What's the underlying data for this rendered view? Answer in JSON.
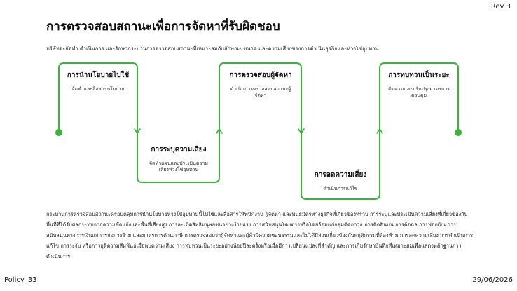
{
  "header": {
    "revision": "Rev 3"
  },
  "title": "การตรวจสอบสถานะเพื่อการจัดหาที่รับผิดชอบ",
  "intro": "บริษัทจะจัดทำ ดำเนินการ และรักษากระบวนการตรวจสอบสถานะที่เหมาะสมกับลักษณะ ขนาด และความเสี่ยงของการดำเนินธุรกิจและห่วงโซ่อุปทาน",
  "colors": {
    "accent": "#3cb43c"
  },
  "steps": [
    {
      "title": "การนำนโยบายไปใช้",
      "description": "จัดทำและสื่อสารนโยบาย"
    },
    {
      "title": "การระบุความเสี่ยง",
      "description": "จัดทำแผนและประเมินความเสี่ยงห่วงโซ่อุปทาน"
    },
    {
      "title": "การตรวจสอบผู้จัดหา",
      "description": "ดำเนินการตรวจสอบสถานะผู้จัดหา"
    },
    {
      "title": "การลดความเสี่ยง",
      "description": "ดำเนินการแก้ไข"
    },
    {
      "title": "การทบทวนเป็นระยะ",
      "description": "ติดตามและปรับปรุงมาตรการควบคุม"
    }
  ],
  "body": "กระบวนการตรวจสอบสถานะครอบคลุมการนำนโยบายห่วงโซ่อุปทานนี้ไปใช้และสื่อสารให้พนักงาน ผู้จัดหา และพันธมิตรทางธุรกิจที่เกี่ยวข้องทราบ การระบุและประเมินความเสี่ยงที่เกี่ยวข้องกับพื้นที่ที่ได้รับผลกระทบจากความขัดแย้งและพื้นที่เสี่ยงสูง การละเมิดสิทธิมนุษยชนอย่างร้ายแรง การสนับสนุนโดยตรงหรือโดยอ้อมแก่กลุ่มติดอาวุธ การติดสินบน การฉ้อฉล การฟอกเงิน การสนับสนุนทางการเงินแก่การก่อการร้าย และมาตรการด้านภาษี การตรวจสอบว่าผู้จัดหาและผู้ค้ามีความชอบธรรมและไม่ได้มีส่วนเกี่ยวข้องกับพฤติกรรมที่ต้องห้าม การลดความเสี่ยง การดำเนินการแก้ไข การระงับ หรือการยุติความสัมพันธ์เมื่อพบความเสี่ยง การทบทวนเป็นระยะอย่างน้อยปีละครั้งหรือเมื่อมีการเปลี่ยนแปลงที่สำคัญ และการเก็บรักษาบันทึกที่เหมาะสมเพื่อแสดงหลักฐานการดำเนินการ",
  "footer": {
    "document_id": "Policy_33",
    "date": "29/06/2026"
  }
}
